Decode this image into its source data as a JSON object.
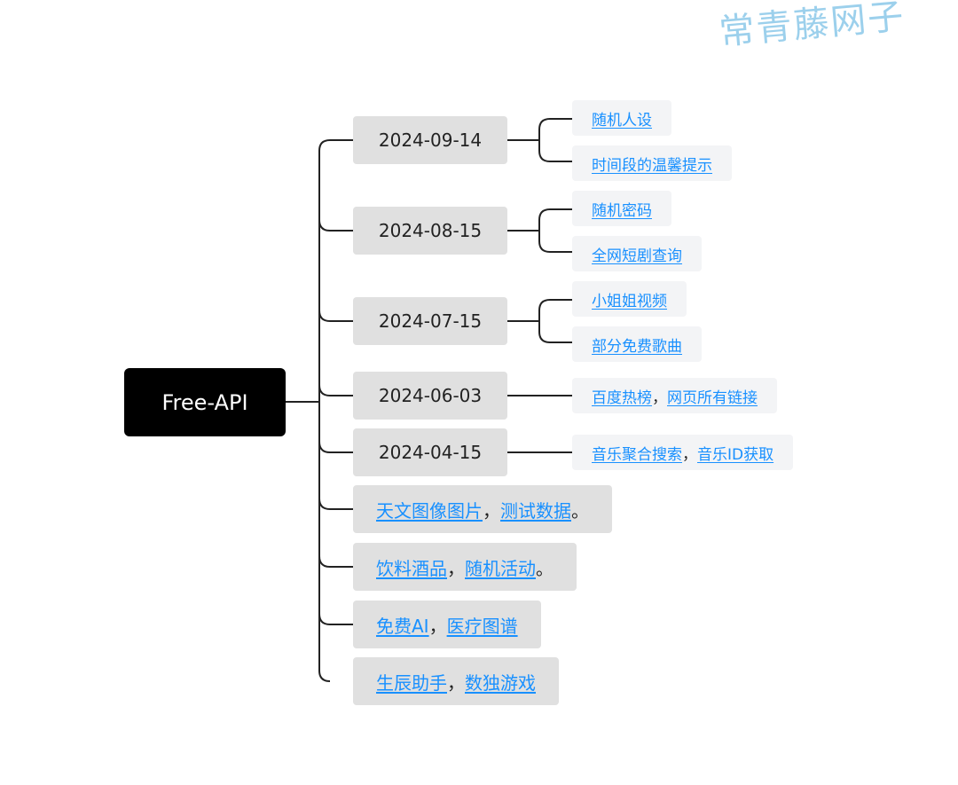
{
  "watermark": "常青藤网子",
  "root": {
    "label": "Free-API"
  },
  "dates": [
    {
      "label": "2024-09-14",
      "items": [
        {
          "links": [
            "随机人设"
          ]
        },
        {
          "links": [
            "时间段的温馨提示"
          ]
        }
      ]
    },
    {
      "label": "2024-08-15",
      "items": [
        {
          "links": [
            "随机密码"
          ]
        },
        {
          "links": [
            "全网短剧查询"
          ]
        }
      ]
    },
    {
      "label": "2024-07-15",
      "items": [
        {
          "links": [
            "小姐姐视频"
          ]
        },
        {
          "links": [
            "部分免费歌曲"
          ]
        }
      ]
    },
    {
      "label": "2024-06-03",
      "items": [
        {
          "links": [
            "百度热榜",
            "网页所有链接"
          ],
          "sep": "，"
        }
      ]
    },
    {
      "label": "2024-04-15",
      "items": [
        {
          "links": [
            "音乐聚合搜索",
            "音乐ID获取"
          ],
          "sep": "，"
        }
      ]
    }
  ],
  "branches": [
    {
      "links": [
        "天文图像图片",
        "测试数据"
      ],
      "sep": "，",
      "end": "。"
    },
    {
      "links": [
        "饮料酒品",
        "随机活动"
      ],
      "sep": "，",
      "end": "。"
    },
    {
      "links": [
        "免费AI",
        "医疗图谱"
      ],
      "sep": "，",
      "end": ""
    },
    {
      "links": [
        "生辰助手",
        "数独游戏"
      ],
      "sep": "，",
      "end": ""
    }
  ],
  "colors": {
    "root_bg": "#000000",
    "node_bg": "#e0e0e0",
    "leaf_bg": "#f3f4f6",
    "link": "#1890ff",
    "line": "#222222",
    "watermark": "#9cd0ec"
  }
}
